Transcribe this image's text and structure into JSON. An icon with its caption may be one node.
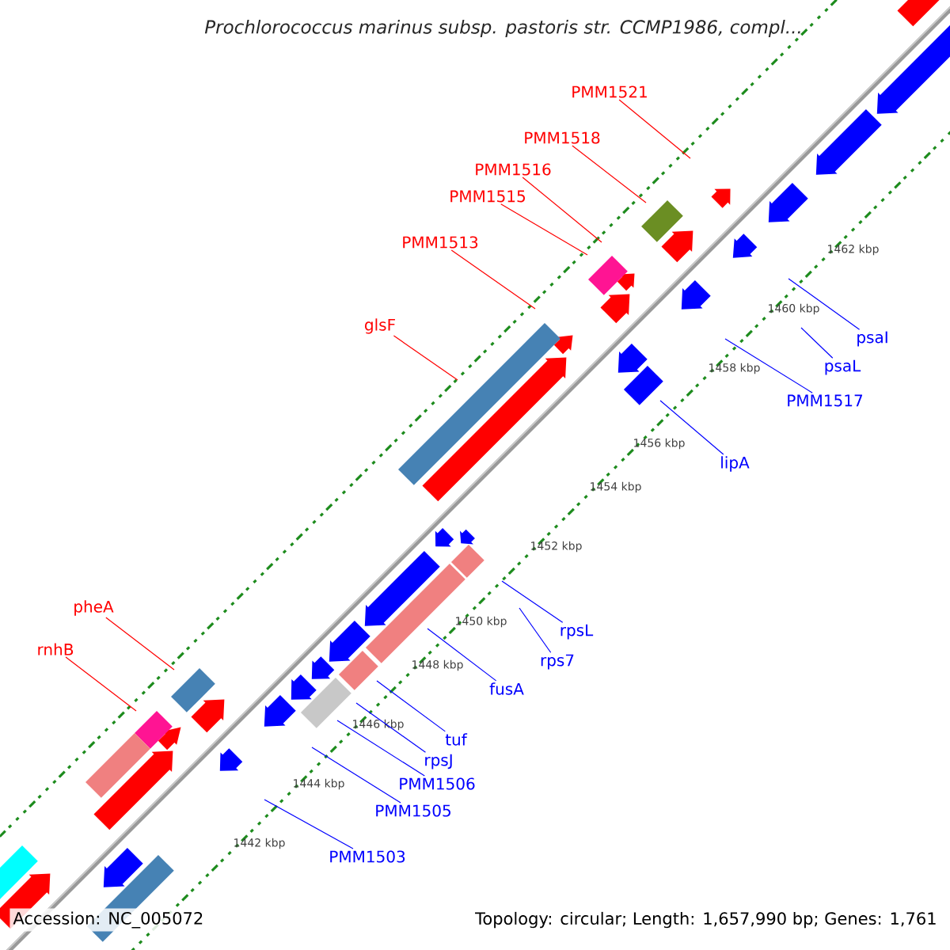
{
  "diagram": {
    "title": "Prochlorococcus marinus subsp. pastoris str. CCMP1986, compl...",
    "nodes": [
      {
        "text": [
          "PMM1521"
        ]
      },
      {
        "text": [
          "PMM1518"
        ]
      },
      {
        "text": [
          "PMM1516"
        ]
      },
      {
        "text": [
          "PMM1515"
        ]
      },
      {
        "text": [
          "PMM1513"
        ]
      },
      {
        "text": [
          "glsF"
        ]
      },
      {
        "text": [
          "pheA"
        ]
      },
      {
        "text": [
          "rnhB"
        ]
      },
      {
        "text": [
          "psaI"
        ]
      },
      {
        "text": [
          "psaL"
        ]
      },
      {
        "text": [
          "PMM1517"
        ]
      },
      {
        "text": [
          "lipA"
        ]
      },
      {
        "text": [
          "rpsL"
        ]
      },
      {
        "text": [
          "rps7"
        ]
      },
      {
        "text": [
          "fusA"
        ]
      },
      {
        "text": [
          "tuf"
        ]
      },
      {
        "text": [
          "rpsJ"
        ]
      },
      {
        "text": [
          "PMM1506"
        ]
      },
      {
        "text": [
          "PMM1505"
        ]
      },
      {
        "text": [
          "PMM1503"
        ]
      }
    ],
    "edges": [
      {
        "from": 0,
        "to": null,
        "arrow": "none",
        "color": "#ff0000"
      },
      {
        "from": 1,
        "to": null,
        "arrow": "none",
        "color": "#ff0000"
      },
      {
        "from": 2,
        "to": null,
        "arrow": "none",
        "color": "#ff0000"
      },
      {
        "from": 3,
        "to": null,
        "arrow": "none",
        "color": "#ff0000"
      },
      {
        "from": 4,
        "to": null,
        "arrow": "none",
        "color": "#ff0000"
      },
      {
        "from": 5,
        "to": null,
        "arrow": "none",
        "color": "#ff0000"
      },
      {
        "from": 6,
        "to": null,
        "arrow": "none",
        "color": "#ff0000"
      },
      {
        "from": 7,
        "to": null,
        "arrow": "none",
        "color": "#ff0000"
      },
      {
        "from": 8,
        "to": null,
        "arrow": "none"
      },
      {
        "from": 9,
        "to": null,
        "arrow": "none"
      },
      {
        "from": 10,
        "to": null,
        "arrow": "none"
      },
      {
        "from": 11,
        "to": null,
        "arrow": "none"
      },
      {
        "from": 12,
        "to": null,
        "arrow": "none"
      },
      {
        "from": 13,
        "to": null,
        "arrow": "none"
      },
      {
        "from": 14,
        "to": null,
        "arrow": "none"
      },
      {
        "from": 15,
        "to": null,
        "arrow": "none"
      },
      {
        "from": 16,
        "to": null,
        "arrow": "none"
      },
      {
        "from": 17,
        "to": null,
        "arrow": "none"
      },
      {
        "from": 18,
        "to": null,
        "arrow": "none"
      },
      {
        "from": 19,
        "to": null,
        "arrow": "none"
      }
    ],
    "labels": [
      "1462 kbp",
      "1460 kbp",
      "1458 kbp",
      "1456 kbp",
      "1454 kbp",
      "1452 kbp",
      "1450 kbp",
      "1448 kbp",
      "1446 kbp",
      "1444 kbp",
      "1442 kbp",
      "Accession: NC_005072",
      "Topology: circular; Length: 1,657,990 bp; Genes: 1,761"
    ]
  }
}
